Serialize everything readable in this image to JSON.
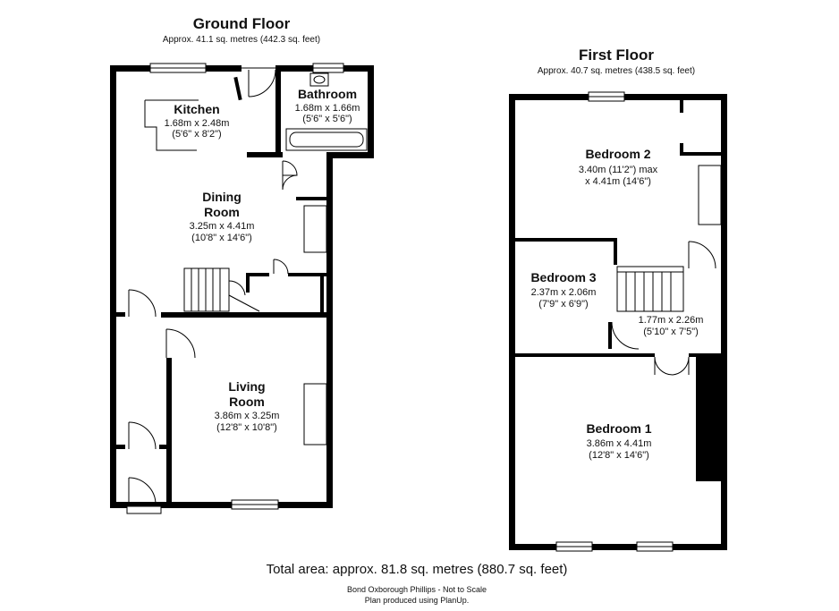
{
  "ground_floor": {
    "title": "Ground Floor",
    "area": "Approx. 41.1 sq. metres (442.3 sq. feet)",
    "rooms": [
      {
        "name_lines": [
          "Kitchen"
        ],
        "dim_m": "1.68m x 2.48m",
        "dim_ft": "(5'6\" x 8'2\")"
      },
      {
        "name_lines": [
          "Bathroom"
        ],
        "dim_m": "1.68m x 1.66m",
        "dim_ft": "(5'6\" x 5'6\")"
      },
      {
        "name_lines": [
          "Dining",
          "Room"
        ],
        "dim_m": "3.25m x 4.41m",
        "dim_ft": "(10'8\" x 14'6\")"
      },
      {
        "name_lines": [
          "Living",
          "Room"
        ],
        "dim_m": "3.86m x 3.25m",
        "dim_ft": "(12'8\" x 10'8\")"
      }
    ]
  },
  "first_floor": {
    "title": "First Floor",
    "area": "Approx. 40.7 sq. metres (438.5 sq. feet)",
    "rooms": [
      {
        "name_lines": [
          "Bedroom 2"
        ],
        "dim_m": "3.40m (11'2\") max",
        "dim_ft": "x 4.41m (14'6\")"
      },
      {
        "name_lines": [
          "Bedroom 3"
        ],
        "dim_m": "2.37m x 2.06m",
        "dim_ft": "(7'9\" x 6'9\")"
      },
      {
        "name_lines": [],
        "dim_m": "1.77m x 2.26m",
        "dim_ft": "(5'10\" x 7'5\")"
      },
      {
        "name_lines": [
          "Bedroom 1"
        ],
        "dim_m": "3.86m x 4.41m",
        "dim_ft": "(12'8\" x 14'6\")"
      }
    ]
  },
  "footer": {
    "total": "Total area: approx. 81.8 sq. metres (880.7 sq. feet)",
    "agent": "Bond Oxborough Phillips - Not to Scale",
    "credit": "Plan produced using PlanUp."
  }
}
